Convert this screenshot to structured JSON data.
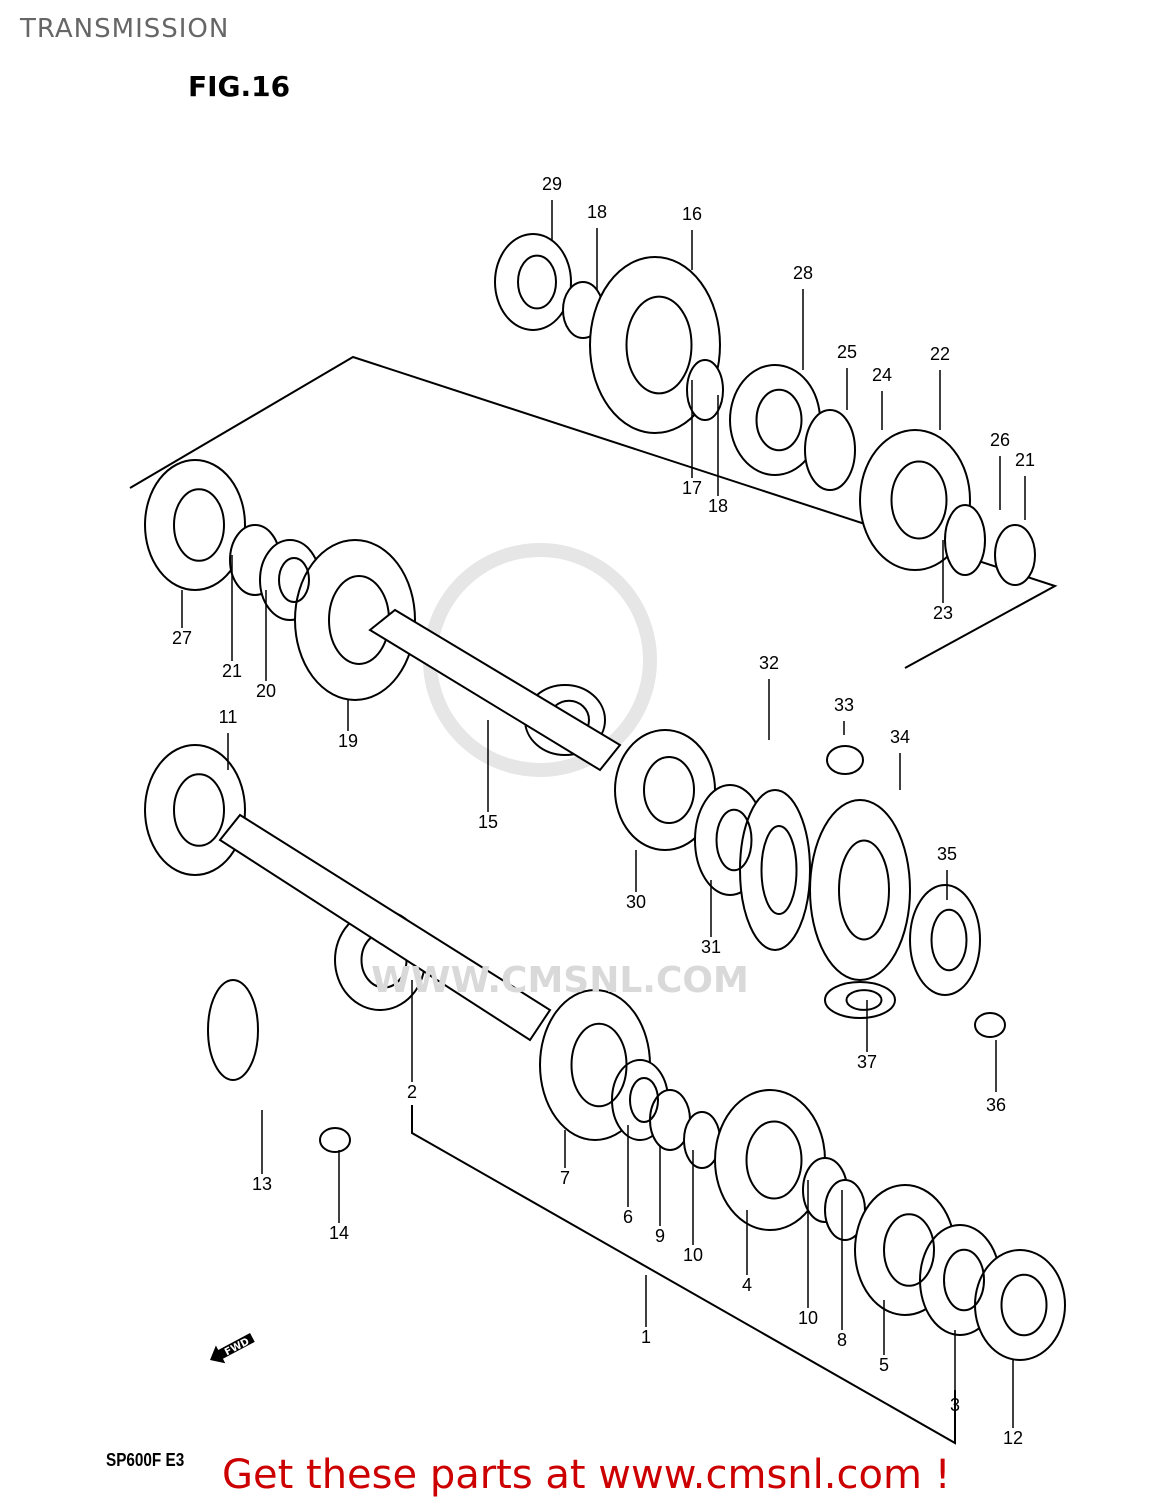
{
  "header": {
    "title": "TRANSMISSION",
    "figure": "FIG.16"
  },
  "footer": {
    "model": "SP600F  E3",
    "promo": "Get these parts at www.cmsnl.com !"
  },
  "direction_marker": "FWD",
  "watermark": "WWW.CMSNL.COM",
  "callouts": [
    "29",
    "18",
    "16",
    "28",
    "25",
    "24",
    "22",
    "26",
    "21",
    "17",
    "18",
    "23",
    "27",
    "21",
    "20",
    "19",
    "15",
    "32",
    "33",
    "34",
    "11",
    "30",
    "31",
    "35",
    "37",
    "36",
    "2",
    "13",
    "14",
    "7",
    "6",
    "9",
    "10",
    "4",
    "10",
    "8",
    "5",
    "1",
    "3",
    "12"
  ],
  "colors": {
    "promo": "#cc0000",
    "title": "#666666"
  }
}
